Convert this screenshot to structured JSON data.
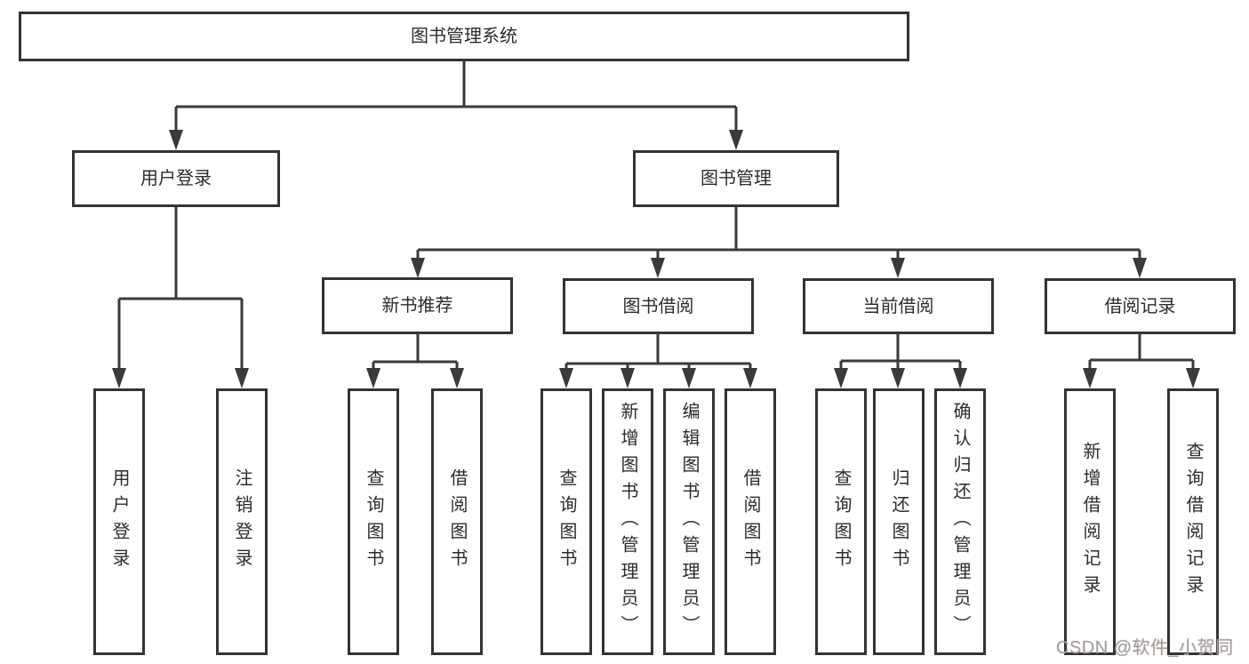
{
  "diagram": {
    "title": "图书管理系统",
    "nodes": {
      "root": {
        "label": "图书管理系统"
      },
      "user_login": {
        "label": "用户登录"
      },
      "book_mgmt": {
        "label": "图书管理"
      },
      "new_book_rec": {
        "label": "新书推荐"
      },
      "book_borrow": {
        "label": "图书借阅"
      },
      "current_borrow": {
        "label": "当前借阅"
      },
      "borrow_records": {
        "label": "借阅记录"
      },
      "ul_login": {
        "label": "用户登录"
      },
      "ul_logout": {
        "label": "注销登录"
      },
      "nb_query": {
        "label": "查询图书"
      },
      "nb_borrow": {
        "label": "借阅图书"
      },
      "bb_query": {
        "label": "查询图书"
      },
      "bb_add": {
        "label": "新增图书（管理员）"
      },
      "bb_edit": {
        "label": "编辑图书（管理员）"
      },
      "bb_borrow": {
        "label": "借阅图书"
      },
      "cb_query": {
        "label": "查询图书"
      },
      "cb_return": {
        "label": "归还图书"
      },
      "cb_confirm": {
        "label": "确认归还（管理员）"
      },
      "br_add": {
        "label": "新增借阅记录"
      },
      "br_query": {
        "label": "查询借阅记录"
      }
    },
    "hierarchy": {
      "图书管理系统": {
        "用户登录": [
          "用户登录",
          "注销登录"
        ],
        "图书管理": {
          "新书推荐": [
            "查询图书",
            "借阅图书"
          ],
          "图书借阅": [
            "查询图书",
            "新增图书（管理员）",
            "编辑图书（管理员）",
            "借阅图书"
          ],
          "当前借阅": [
            "查询图书",
            "归还图书",
            "确认归还（管理员）"
          ],
          "借阅记录": [
            "新增借阅记录",
            "查询借阅记录"
          ]
        }
      }
    }
  },
  "watermark": {
    "text": "CSDN @软件_小贺同学"
  },
  "colors": {
    "bg": "#ffffff",
    "line": "#3a3a3a",
    "box_border": "#333333",
    "text": "#2c2c2c",
    "watermark": "#a3a09b"
  }
}
